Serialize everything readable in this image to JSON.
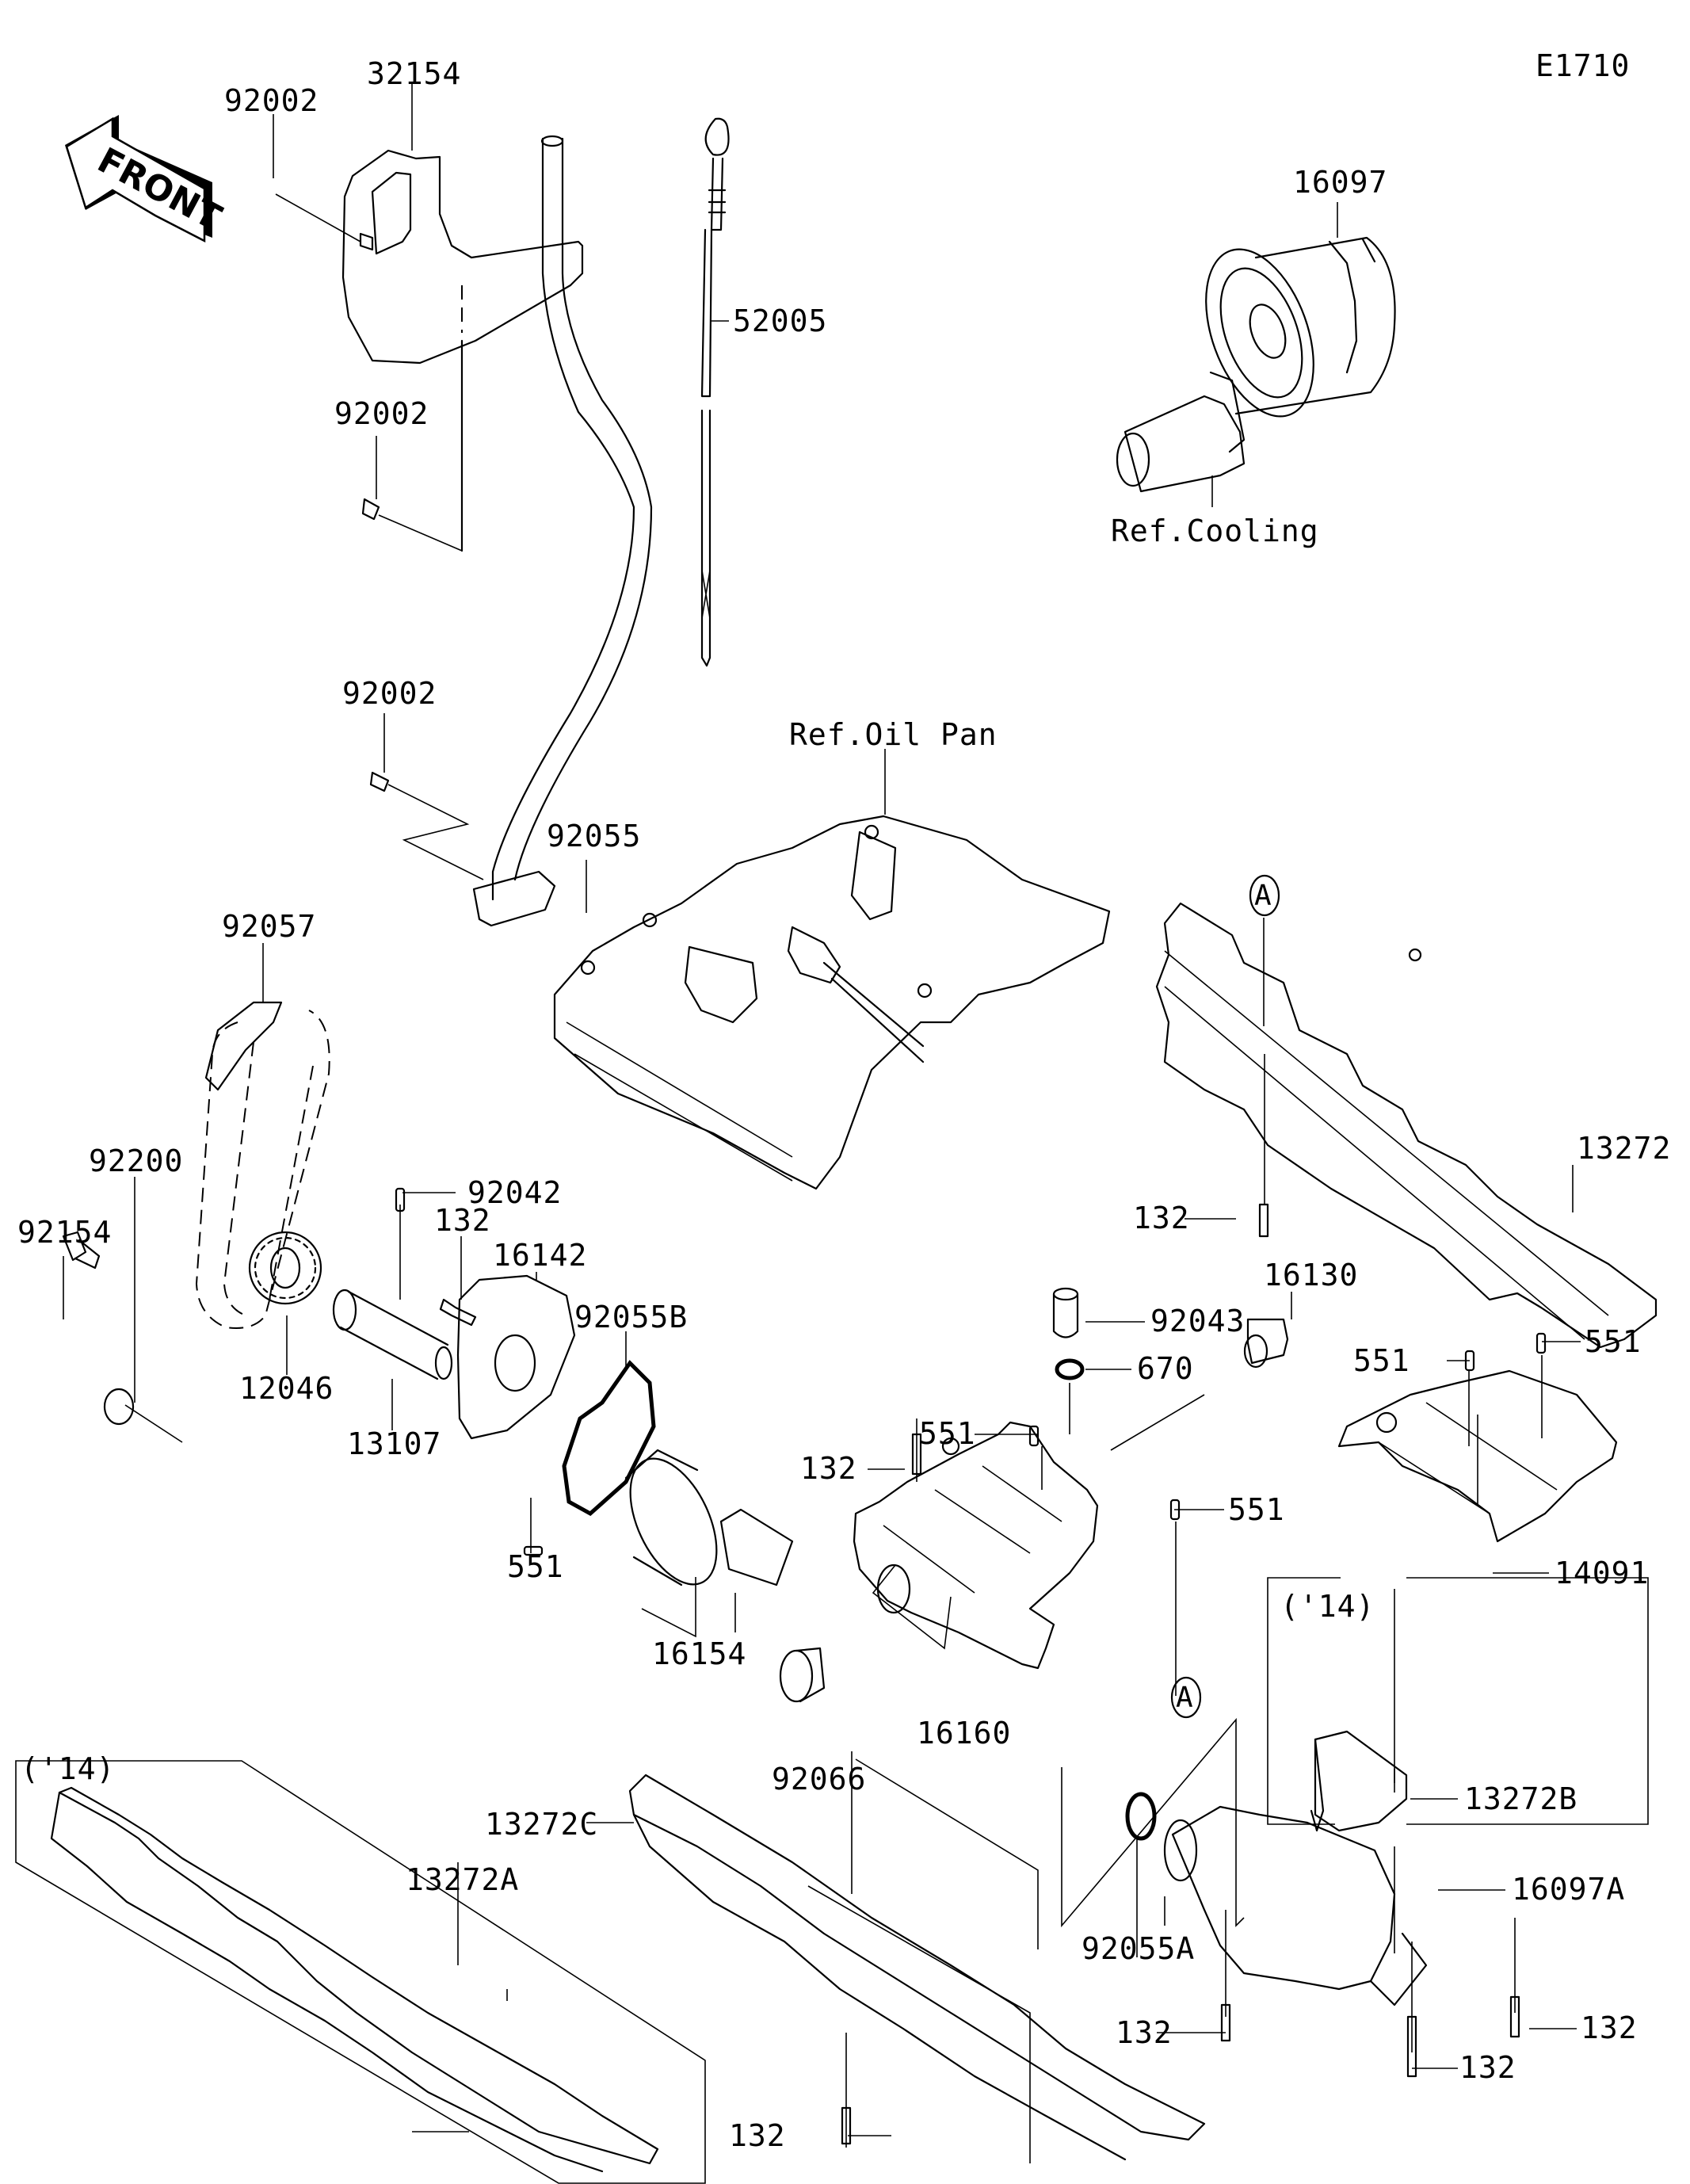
{
  "diagram": {
    "code": "E1710",
    "front_label": "FRONT",
    "references": {
      "oil_pan": "Ref.Oil Pan",
      "cooling": "Ref.Cooling"
    },
    "year_boxes": [
      "('14)",
      "('14)"
    ],
    "callout_marker": "A",
    "parts": {
      "bracket": "32154",
      "bolt_top": "92002",
      "bolt_mid": "92002",
      "bolt_low": "92002",
      "dipstick": "52005",
      "oil_filter": "16097",
      "oring_pipe": "92055",
      "chain": "92057",
      "washer": "92200",
      "bolt_sprocket": "92154",
      "pin_92042": "92042",
      "bolt_pump": "132",
      "pump_cover": "16142",
      "sprocket": "12046",
      "shaft": "13107",
      "gasket_pump": "92055B",
      "dowel_pump": "551",
      "rotor": "16154",
      "baffle": "13272",
      "bolt_baffle": "132",
      "collar": "92043",
      "oring_670": "670",
      "relief_valve": "16130",
      "dowel_a": "551",
      "dowel_b": "551",
      "dowel_c": "551",
      "dowel_d": "551",
      "bolt_housing": "132",
      "housing_plate": "14091",
      "plug": "92066",
      "pump_body": "16160",
      "plate_b": "13272B",
      "plate_a": "13272A",
      "plate_c": "13272C",
      "oring_a": "92055A",
      "filter_body": "16097A",
      "bolt_fa": "132",
      "bolt_fb": "132",
      "bolt_fc": "132",
      "bolt_plate_c": "132"
    }
  }
}
